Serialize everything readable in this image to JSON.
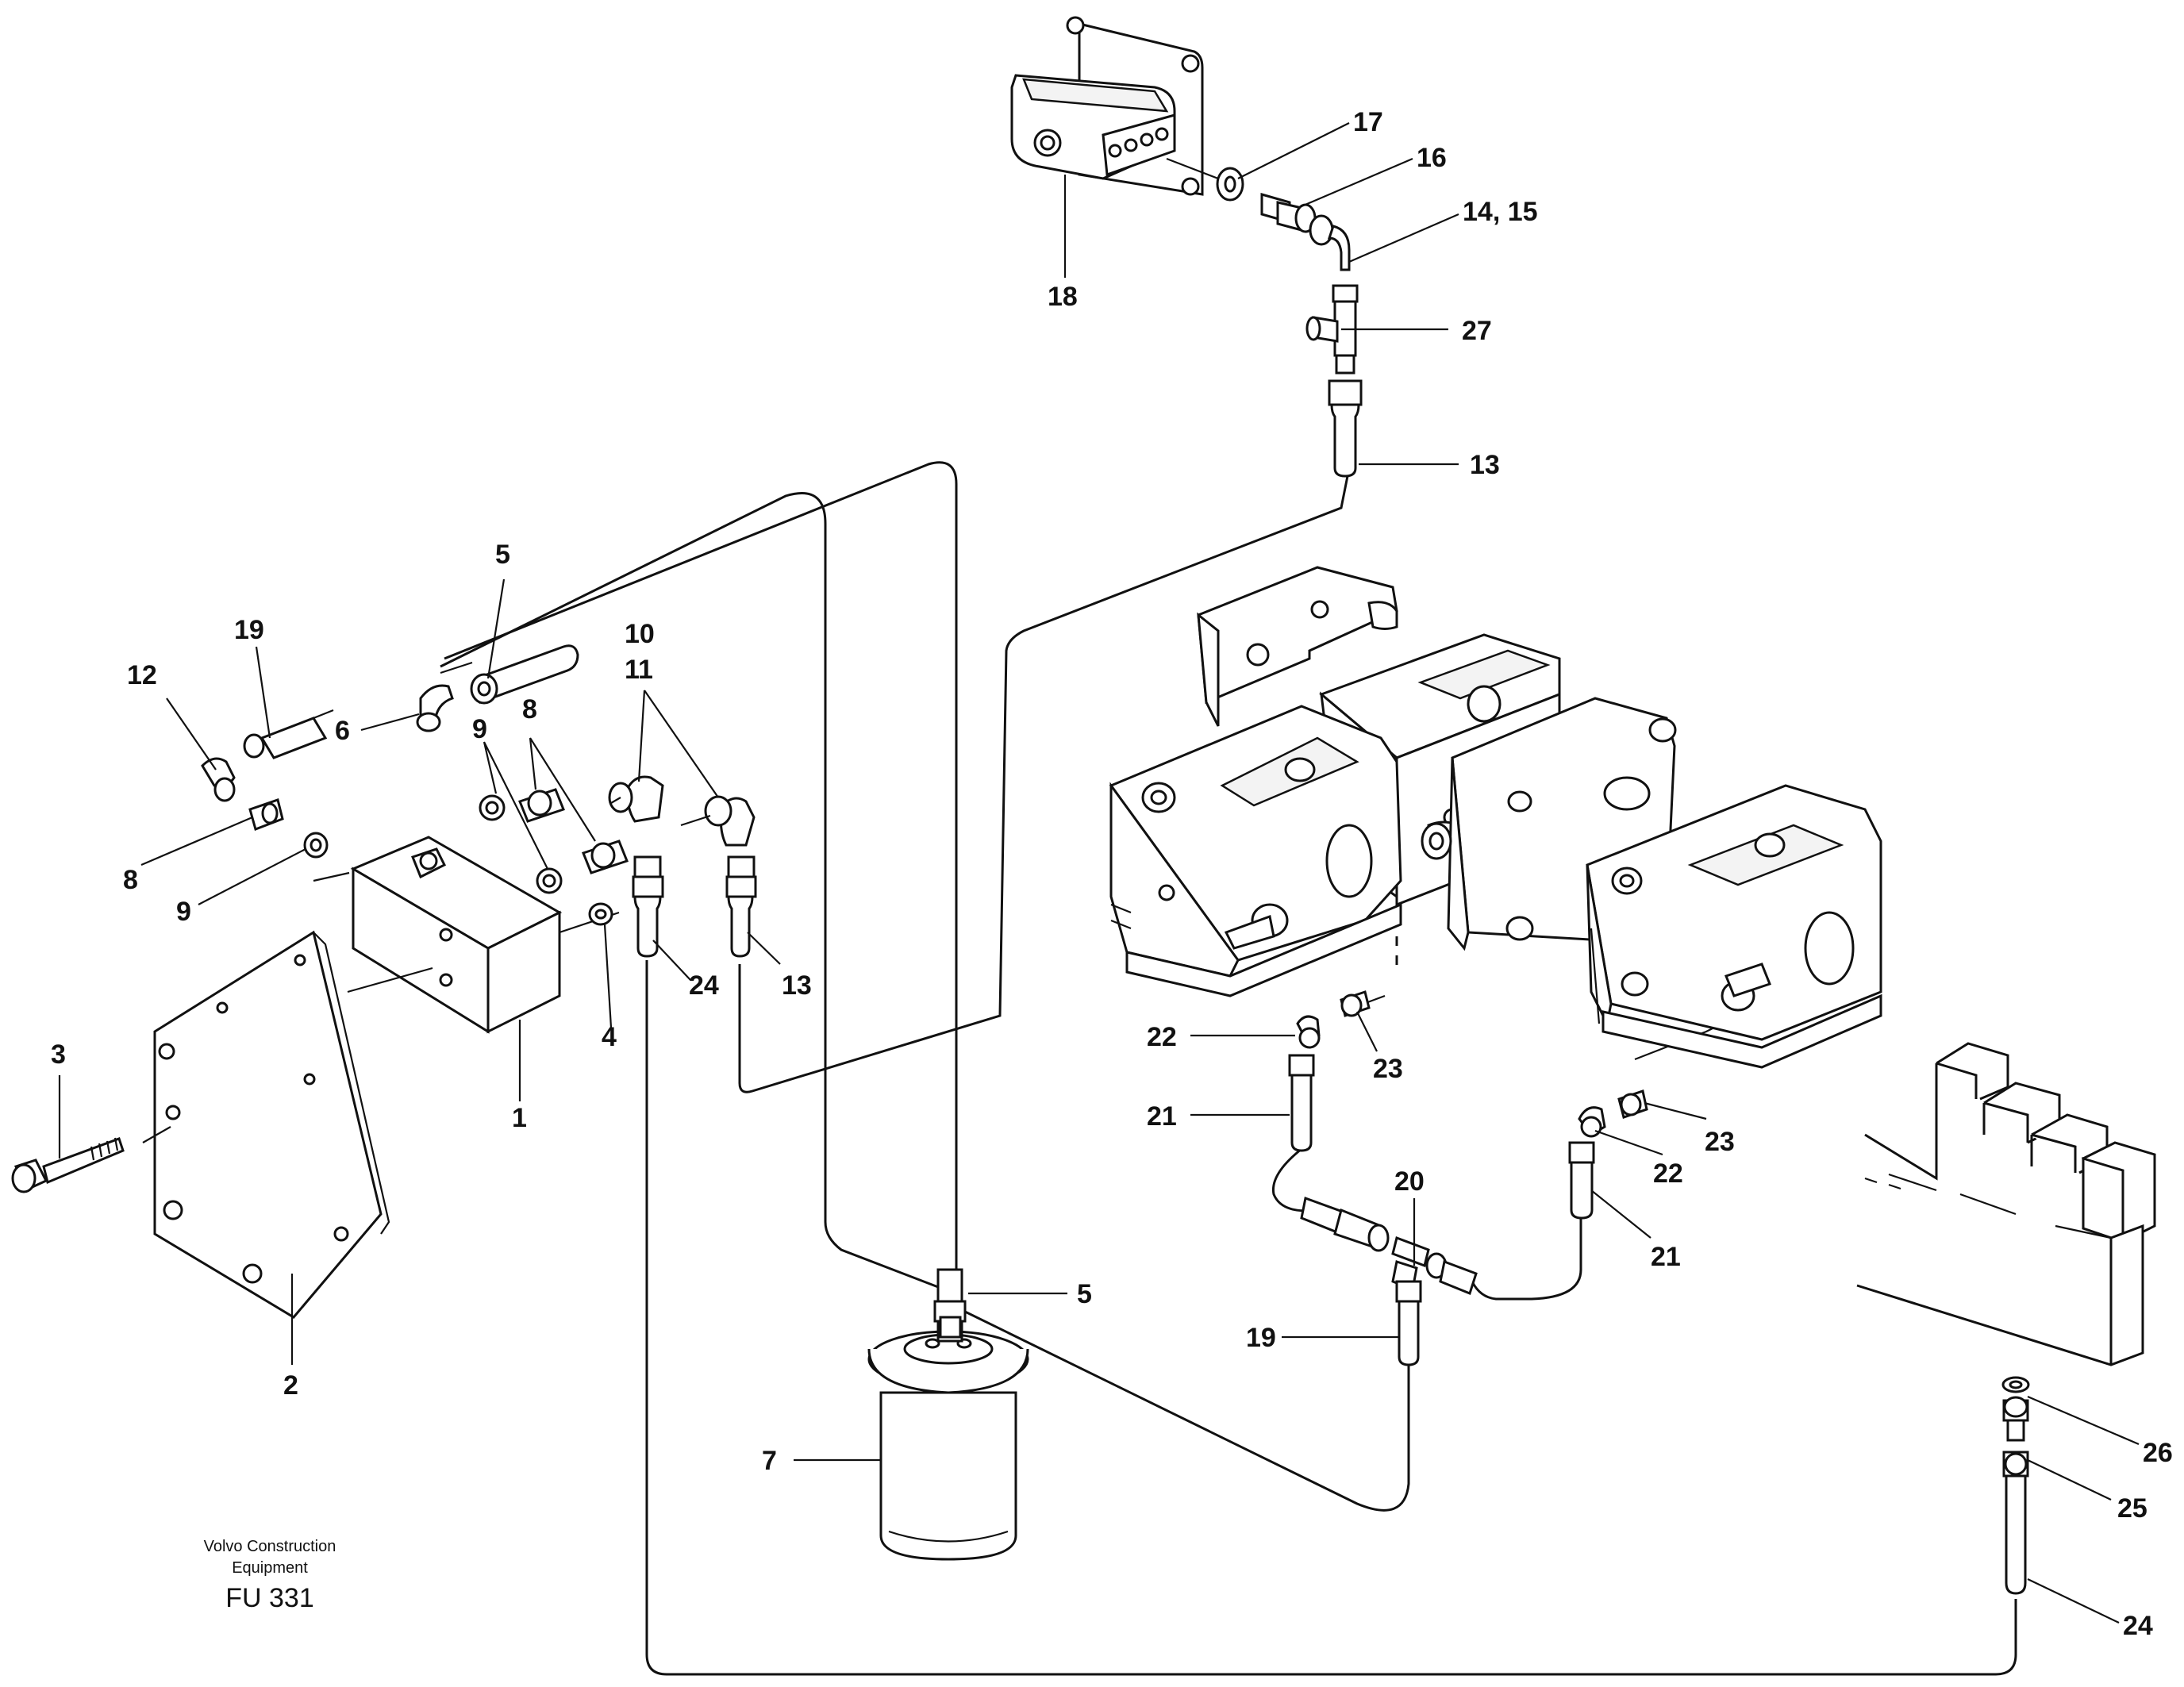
{
  "labels": {
    "l1": "1",
    "l2": "2",
    "l3": "3",
    "l4": "4",
    "l5a": "5",
    "l5b": "5",
    "l6": "6",
    "l7": "7",
    "l8a": "8",
    "l8b": "8",
    "l9a": "9",
    "l9b": "9",
    "l10": "10",
    "l11": "11",
    "l12": "12",
    "l13a": "13",
    "l13b": "13",
    "l1415": "14, 15",
    "l16": "16",
    "l17": "17",
    "l18": "18",
    "l19a": "19",
    "l19b": "19",
    "l20": "20",
    "l21a": "21",
    "l21b": "21",
    "l22a": "22",
    "l22b": "22",
    "l23a": "23",
    "l23b": "23",
    "l24a": "24",
    "l24b": "24",
    "l25": "25",
    "l26": "26",
    "l27": "27"
  },
  "footer": {
    "maker_line1": "Volvo Construction",
    "maker_line2": "Equipment",
    "code": "FU 331"
  }
}
